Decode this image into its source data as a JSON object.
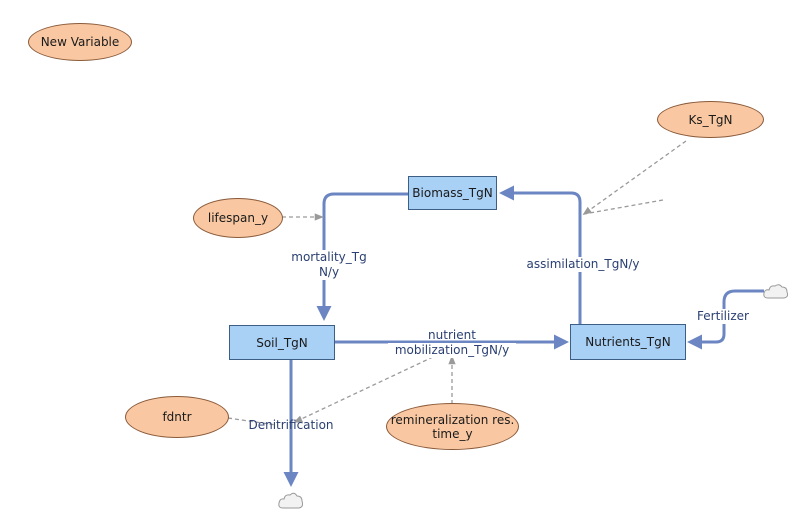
{
  "variables": {
    "new_variable": "New Variable",
    "ks": "Ks_TgN",
    "lifespan": "lifespan_y",
    "fdntr": "fdntr",
    "remineralization_line1": "remineralization res.",
    "remineralization_line2": "time_y"
  },
  "stocks": {
    "biomass": "Biomass_TgN",
    "soil": "Soil_TgN",
    "nutrients": "Nutrients_TgN"
  },
  "flows": {
    "mortality_line1": "mortality_Tg",
    "mortality_line2": "N/y",
    "assimilation": "assimilation_TgN/y",
    "mobilization_line1": "nutrient",
    "mobilization_line2": "mobilization_TgN/y",
    "fertilizer": "Fertilizer",
    "denitrification": "Denitrification"
  },
  "colors": {
    "flow": "#6b86c2",
    "link": "#9a9a9a",
    "stock_fill": "#a9d0f5",
    "variable_fill": "#f9c8a2",
    "label_text": "#2a3f72"
  }
}
